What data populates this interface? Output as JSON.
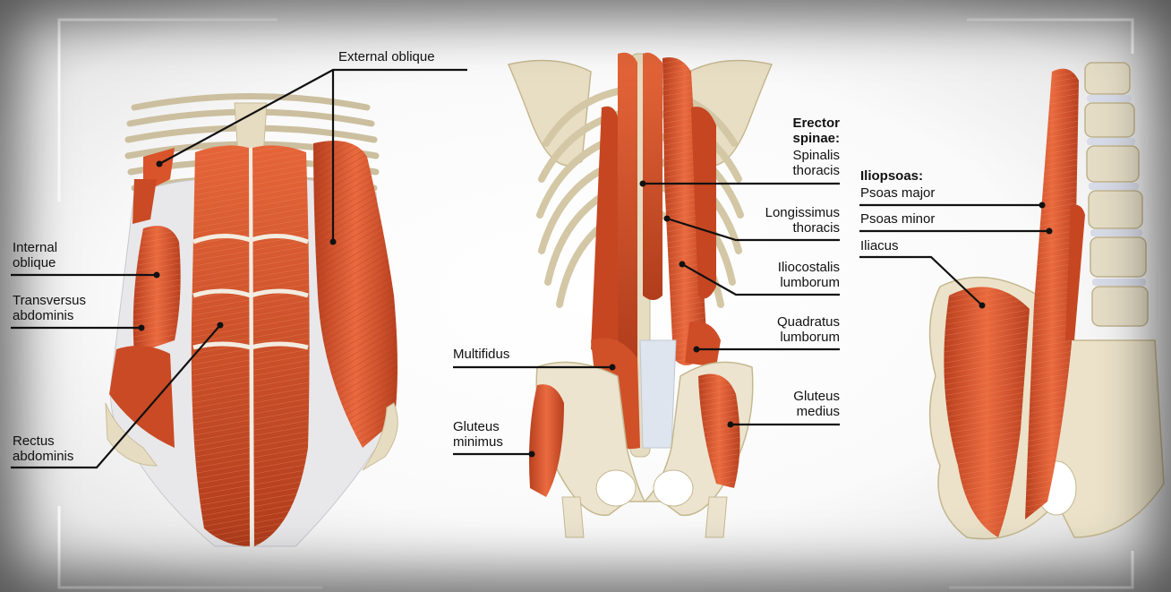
{
  "colors": {
    "muscle": "#d9532b",
    "muscle_dark": "#a8361a",
    "muscle_light": "#ee7a4e",
    "bone": "#ece4cf",
    "bone_shadow": "#cfc3a3",
    "fascia": "#e4e4e6",
    "leader_line": "#111111",
    "frame": "#ffffff"
  },
  "labels": {
    "external_oblique": "External oblique",
    "internal_oblique": "Internal\noblique",
    "transversus_abdominis": "Transversus\nabdominis",
    "rectus_abdominis": "Rectus\nabdominis",
    "erector_spinae": "Erector\nspinae:",
    "spinalis_thoracis": "Spinalis\nthoracis",
    "longissimus_thoracis": "Longissimus\nthoracis",
    "iliocostalis_lumborum": "Iliocostalis\nlumborum",
    "quadratus_lumborum": "Quadratus\nlumborum",
    "multifidus": "Multifidus",
    "gluteus_minimus": "Gluteus\nminimus",
    "gluteus_medius": "Gluteus\nmedius",
    "iliopsoas": "Iliopsoas:",
    "psoas_major": "Psoas major",
    "psoas_minor": "Psoas minor",
    "iliacus": "Iliacus"
  }
}
